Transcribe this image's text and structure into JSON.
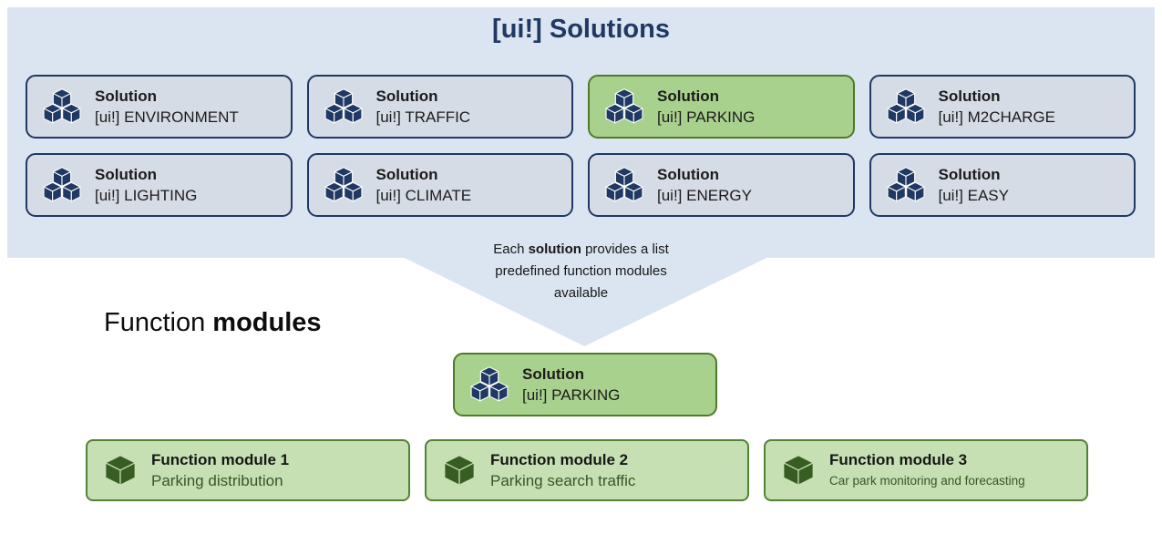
{
  "colors": {
    "banner": "#dbe5f1",
    "navy": "#1f3864",
    "card_gray": "#d6dce5",
    "highlight_green": "#a9d18e",
    "highlight_green_border": "#4f7a28",
    "module_green": "#c6e0b4",
    "module_green_border": "#538135"
  },
  "header": {
    "title": "[ui!] Solutions"
  },
  "solutions": {
    "items": [
      {
        "label": "Solution",
        "name": "[ui!] ENVIRONMENT",
        "highlight": false
      },
      {
        "label": "Solution",
        "name": "[ui!] TRAFFIC",
        "highlight": false
      },
      {
        "label": "Solution",
        "name": "[ui!] PARKING",
        "highlight": true
      },
      {
        "label": "Solution",
        "name": "[ui!] M2CHARGE",
        "highlight": false
      },
      {
        "label": "Solution",
        "name": "[ui!] LIGHTING",
        "highlight": false
      },
      {
        "label": "Solution",
        "name": "[ui!] CLIMATE",
        "highlight": false
      },
      {
        "label": "Solution",
        "name": "[ui!] ENERGY",
        "highlight": false
      },
      {
        "label": "Solution",
        "name": "[ui!] EASY",
        "highlight": false
      }
    ]
  },
  "arrow_note": {
    "line1_prefix": "Each ",
    "line1_bold": "solution",
    "line1_suffix": " provides a list",
    "line2": "predefined function modules",
    "line3": "available"
  },
  "modules_section": {
    "heading_normal": "Function ",
    "heading_bold": "modules",
    "selected_solution": {
      "label": "Solution",
      "name": "[ui!] PARKING"
    },
    "modules": [
      {
        "title": "Function module 1",
        "subtitle": "Parking distribution"
      },
      {
        "title": "Function module 2",
        "subtitle": "Parking search traffic"
      },
      {
        "title": "Function module 3",
        "subtitle": "Car park monitoring and forecasting"
      }
    ]
  }
}
